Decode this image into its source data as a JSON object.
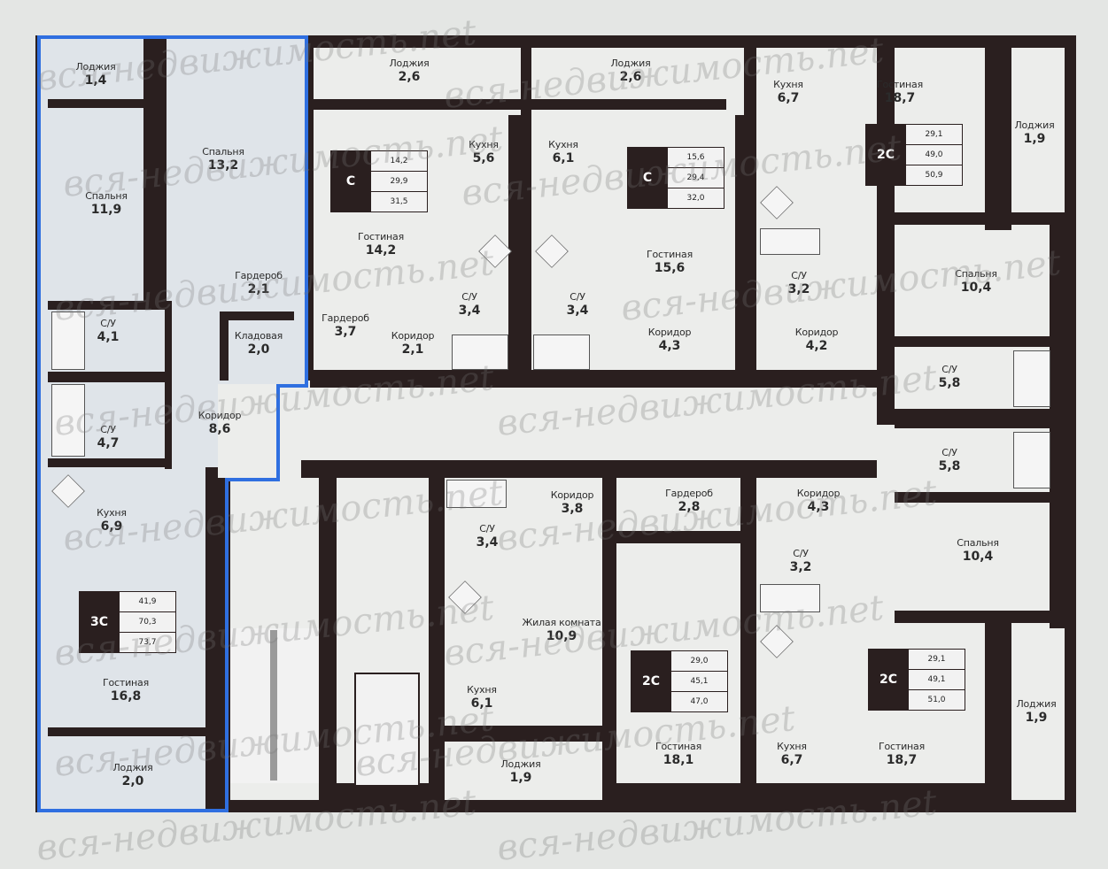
{
  "watermark": "вся-недвижимость.net",
  "colors": {
    "wall": "#2a1f1f",
    "highlight": "#2f6fe0",
    "room": "#ecedeb"
  },
  "rooms": [
    {
      "id": "r1",
      "name": "Лоджия",
      "area": "1,4"
    },
    {
      "id": "r2",
      "name": "Спальня",
      "area": "13,2"
    },
    {
      "id": "r3",
      "name": "Спальня",
      "area": "11,9"
    },
    {
      "id": "r4",
      "name": "Гардероб",
      "area": "2,1"
    },
    {
      "id": "r5",
      "name": "С/У",
      "area": "4,1"
    },
    {
      "id": "r6",
      "name": "Кладовая",
      "area": "2,0"
    },
    {
      "id": "r7",
      "name": "С/У",
      "area": "4,7"
    },
    {
      "id": "r8",
      "name": "Коридор",
      "area": "8,6"
    },
    {
      "id": "r9",
      "name": "Кухня",
      "area": "6,9"
    },
    {
      "id": "r10",
      "name": "Гостиная",
      "area": "16,8"
    },
    {
      "id": "r11",
      "name": "Лоджия",
      "area": "2,0"
    },
    {
      "id": "r12",
      "name": "Лоджия",
      "area": "2,6"
    },
    {
      "id": "r13",
      "name": "Кухня",
      "area": "5,6"
    },
    {
      "id": "r14",
      "name": "Гостиная",
      "area": "14,2"
    },
    {
      "id": "r15",
      "name": "Гардероб",
      "area": "3,7"
    },
    {
      "id": "r16",
      "name": "Коридор",
      "area": "2,1"
    },
    {
      "id": "r17",
      "name": "С/У",
      "area": "3,4"
    },
    {
      "id": "r18",
      "name": "Лоджия",
      "area": "2,6"
    },
    {
      "id": "r19",
      "name": "Кухня",
      "area": "6,1"
    },
    {
      "id": "r20",
      "name": "Гостиная",
      "area": "15,6"
    },
    {
      "id": "r21",
      "name": "С/У",
      "area": "3,4"
    },
    {
      "id": "r22",
      "name": "Коридор",
      "area": "4,3"
    },
    {
      "id": "r23",
      "name": "Кухня",
      "area": "6,7"
    },
    {
      "id": "r24",
      "name": "Гостиная",
      "area": "18,7"
    },
    {
      "id": "r25",
      "name": "Лоджия",
      "area": "1,9"
    },
    {
      "id": "r26",
      "name": "С/У",
      "area": "3,2"
    },
    {
      "id": "r27",
      "name": "Коридор",
      "area": "4,2"
    },
    {
      "id": "r28",
      "name": "Спальня",
      "area": "10,4"
    },
    {
      "id": "r29",
      "name": "С/У",
      "area": "5,8"
    },
    {
      "id": "r30",
      "name": "С/У",
      "area": "5,8"
    },
    {
      "id": "r31",
      "name": "Спальня",
      "area": "10,4"
    },
    {
      "id": "r32",
      "name": "Коридор",
      "area": "3,8"
    },
    {
      "id": "r33",
      "name": "С/У",
      "area": "3,4"
    },
    {
      "id": "r34",
      "name": "Жилая комната",
      "area": "10,9"
    },
    {
      "id": "r35",
      "name": "Кухня",
      "area": "6,1"
    },
    {
      "id": "r36",
      "name": "Лоджия",
      "area": "1,9"
    },
    {
      "id": "r37",
      "name": "Гардероб",
      "area": "2,8"
    },
    {
      "id": "r38",
      "name": "Гостиная",
      "area": "18,1"
    },
    {
      "id": "r39",
      "name": "Коридор",
      "area": "4,3"
    },
    {
      "id": "r40",
      "name": "С/У",
      "area": "3,2"
    },
    {
      "id": "r41",
      "name": "Кухня",
      "area": "6,7"
    },
    {
      "id": "r42",
      "name": "Гостиная",
      "area": "18,7"
    },
    {
      "id": "r43",
      "name": "Лоджия",
      "area": "1,9"
    }
  ],
  "apartments": [
    {
      "id": "a1",
      "type": "3С",
      "values": [
        "41,9",
        "70,3",
        "73,7"
      ]
    },
    {
      "id": "a2",
      "type": "С",
      "values": [
        "14,2",
        "29,9",
        "31,5"
      ]
    },
    {
      "id": "a3",
      "type": "С",
      "values": [
        "15,6",
        "29,4",
        "32,0"
      ]
    },
    {
      "id": "a4",
      "type": "2С",
      "values": [
        "29,1",
        "49,0",
        "50,9"
      ]
    },
    {
      "id": "a5",
      "type": "2С",
      "values": [
        "29,0",
        "45,1",
        "47,0"
      ]
    },
    {
      "id": "a6",
      "type": "2С",
      "values": [
        "29,1",
        "49,1",
        "51,0"
      ]
    }
  ]
}
